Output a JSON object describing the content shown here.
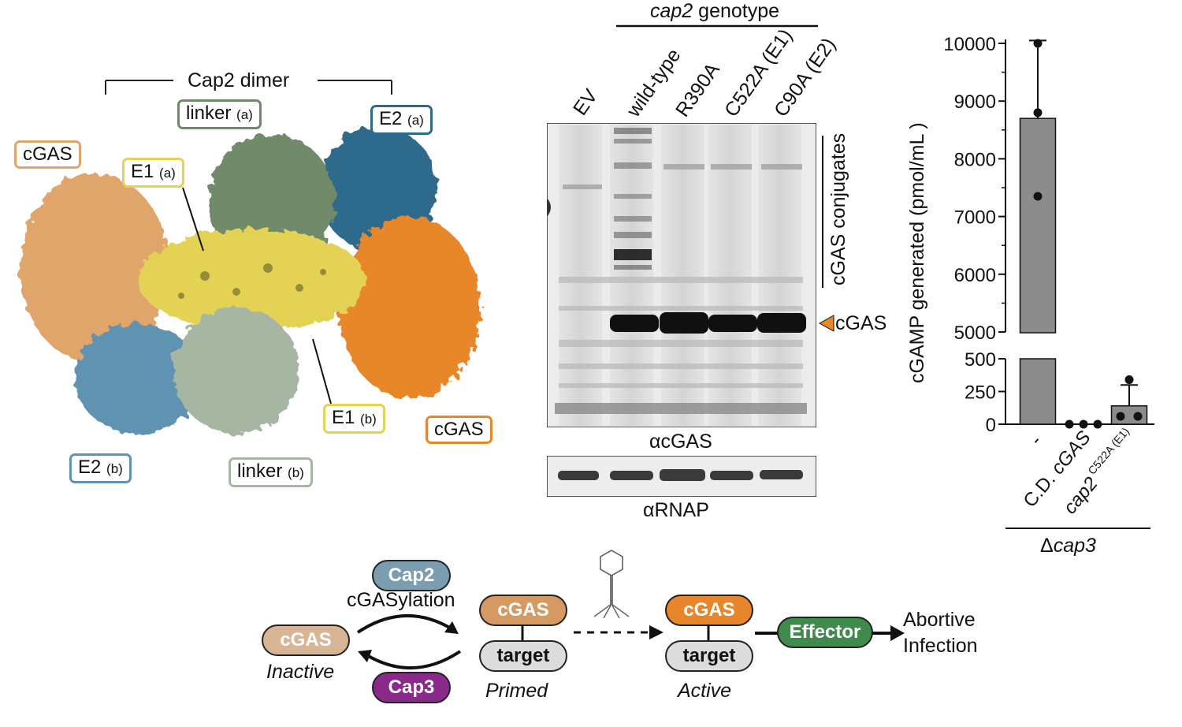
{
  "structure": {
    "dimer_label": "Cap2 dimer",
    "labels": {
      "cgas_left": "cGAS",
      "linker_a": "linker",
      "linker_a_sub": "(a)",
      "e2_a": "E2",
      "e2_a_sub": "(a)",
      "e1_a": "E1",
      "e1_a_sub": "(a)",
      "e1_b": "E1",
      "e1_b_sub": "(b)",
      "cgas_right": "cGAS",
      "e2_b": "E2",
      "e2_b_sub": "(b)",
      "linker_b": "linker",
      "linker_b_sub": "(b)"
    },
    "colors": {
      "cgas_left": "#e0a56a",
      "cgas_right": "#e8862c",
      "linker_a": "#6f8a6a",
      "e2_a": "#2f6a8c",
      "e1": "#e3d253",
      "linker_b": "#a7b6a2",
      "e2_b": "#5e93b1"
    }
  },
  "blot": {
    "genotype_header_italic": "cap2",
    "genotype_header_rest": " genotype",
    "lanes": [
      "EV",
      "wild-type",
      "R390A",
      "C522A (E1)",
      "C90A (E2)"
    ],
    "side_label_conjugates": "cGAS conjugates",
    "side_label_band": "cGAS",
    "antibody_top": "αcGAS",
    "antibody_bottom": "αRNAP"
  },
  "chart_data": {
    "type": "bar",
    "ylabel": "cGAMP generated (pmol/mL )",
    "y_upper": {
      "ylim": [
        5000,
        10000
      ],
      "ticks": [
        "10000",
        "9000",
        "8000",
        "7000",
        "6000",
        "5000"
      ]
    },
    "y_lower": {
      "ylim": [
        0,
        500
      ],
      "ticks": [
        "500",
        "250",
        "0"
      ]
    },
    "categories": [
      "-",
      "C.D. cGAS",
      "cap2 C522A (E1)"
    ],
    "cat_main": [
      "-",
      "C.D. ",
      "cap2"
    ],
    "cat_italic": [
      "",
      "cGAS",
      ""
    ],
    "cat_super": [
      "",
      "",
      "C522A (E1)"
    ],
    "values": [
      8700,
      0,
      140
    ],
    "error": [
      1350,
      0,
      160
    ],
    "points": [
      [
        10000,
        8800,
        7350
      ],
      [
        0,
        0,
        0
      ],
      [
        340,
        60,
        60
      ]
    ],
    "group_label_prefix": "Δ",
    "group_label": "cap3",
    "bar_color": "#8c8c8c"
  },
  "pathway": {
    "cgas_inactive": "cGAS",
    "inactive_label": "Inactive",
    "cap2": "Cap2",
    "cgasylation": "cGASylation",
    "cap3": "Cap3",
    "cgas_primed": "cGAS",
    "target_primed": "target",
    "primed_label": "Primed",
    "cgas_active": "cGAS",
    "target_active": "target",
    "active_label": "Active",
    "effector": "Effector",
    "abortive_1": "Abortive",
    "abortive_2": "Infection",
    "colors": {
      "inactive": "#d8b695",
      "primed": "#d49a62",
      "active": "#e8862c",
      "cap2": "#7b9db0",
      "cap3": "#8a2a8a",
      "effector": "#3f8a4c",
      "target": "#dcdcdc"
    }
  }
}
